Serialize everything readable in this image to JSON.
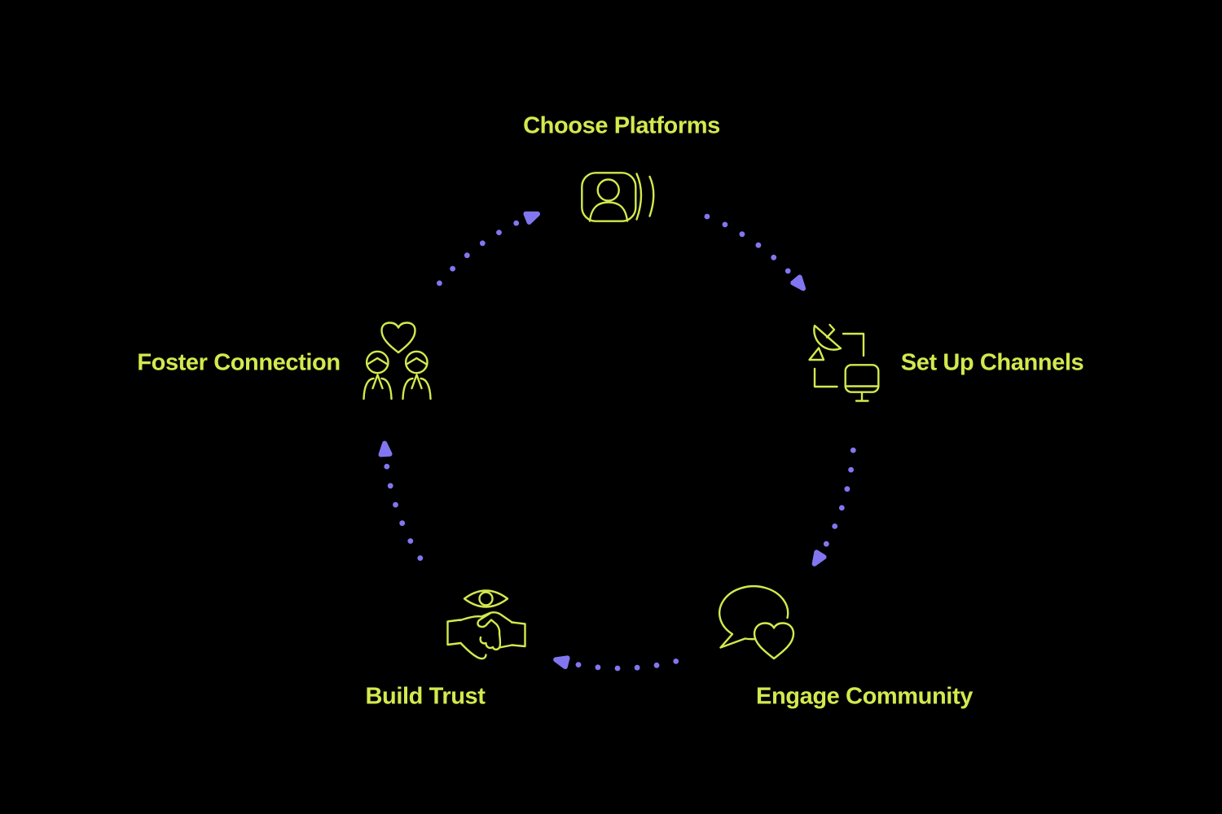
{
  "diagram": {
    "type": "cycle",
    "direction": "clockwise",
    "steps": [
      {
        "id": "choose-platforms",
        "label": "Choose Platforms",
        "icon": "profile-card-broadcast-icon"
      },
      {
        "id": "set-up-channels",
        "label": "Set Up Channels",
        "icon": "satellite-dish-monitor-icon"
      },
      {
        "id": "engage-community",
        "label": "Engage Community",
        "icon": "speech-bubble-heart-icon"
      },
      {
        "id": "build-trust",
        "label": "Build Trust",
        "icon": "handshake-eye-icon"
      },
      {
        "id": "foster-connection",
        "label": "Foster Connection",
        "icon": "people-heart-icon"
      }
    ],
    "colors": {
      "background": "#000000",
      "step_accent": "#d4e94e",
      "connector": "#8276f0"
    }
  }
}
